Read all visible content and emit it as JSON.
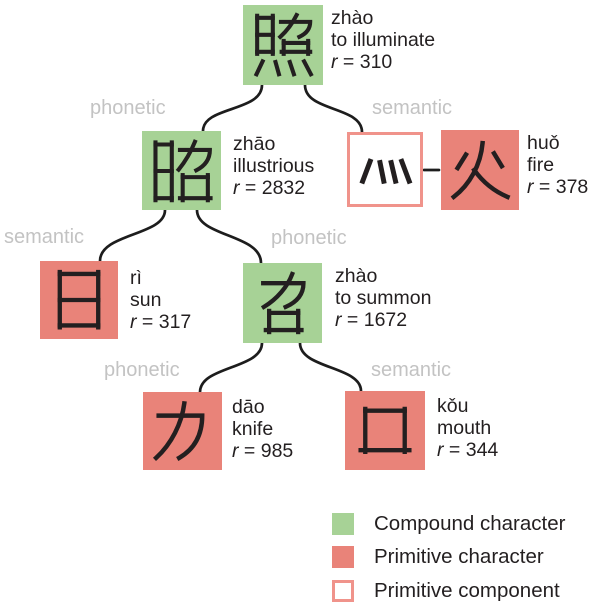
{
  "palette": {
    "compound_fill": "#a7d296",
    "primitive_fill": "#e98379",
    "component_border": "#f0938b",
    "edge_label_color": "#c3c3c3",
    "text_color": "#231f20"
  },
  "nodes": {
    "illuminate": {
      "char": "照",
      "type": "compound",
      "pinyin": "zhào",
      "gloss": "to illuminate",
      "stat_symbol": "r",
      "stat_value": " = 310"
    },
    "illustrious": {
      "char": "昭",
      "type": "compound",
      "pinyin": "zhāo",
      "gloss": "illustrious",
      "stat_symbol": "r",
      "stat_value": " = 2832"
    },
    "fire_component": {
      "char": "灬",
      "type": "component"
    },
    "fire": {
      "char": "火",
      "type": "primitive",
      "pinyin": "huǒ",
      "gloss": "fire",
      "stat_symbol": "r",
      "stat_value": " = 378"
    },
    "sun": {
      "char": "日",
      "type": "primitive",
      "pinyin": "rì",
      "gloss": "sun",
      "stat_symbol": "r",
      "stat_value": " = 317"
    },
    "summon": {
      "char": "召",
      "type": "compound",
      "pinyin": "zhào",
      "gloss": "to summon",
      "stat_symbol": "r",
      "stat_value": " = 1672"
    },
    "knife": {
      "char": "刀",
      "type": "primitive",
      "pinyin": "dāo",
      "gloss": "knife",
      "stat_symbol": "r",
      "stat_value": " = 985"
    },
    "mouth": {
      "char": "口",
      "type": "primitive",
      "pinyin": "kǒu",
      "gloss": "mouth",
      "stat_symbol": "r",
      "stat_value": " = 344"
    }
  },
  "edge_labels": {
    "top_left": "phonetic",
    "top_right": "semantic",
    "mid_left": "semantic",
    "mid_right": "phonetic",
    "bottom_left": "phonetic",
    "bottom_right": "semantic"
  },
  "legend": {
    "compound": "Compound character",
    "primitive": "Primitive character",
    "component": "Primitive component"
  }
}
